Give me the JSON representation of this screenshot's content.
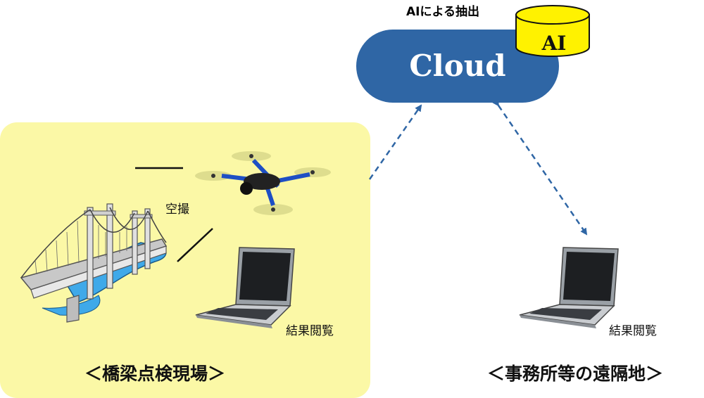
{
  "cloud": {
    "label": "Cloud"
  },
  "ai": {
    "caption": "AIによる抽出",
    "db_label": "AI"
  },
  "site": {
    "aerial_label": "空撮",
    "result_label": "結果閲覧",
    "title": "＜橋梁点検現場＞"
  },
  "remote": {
    "result_label": "結果閲覧",
    "title": "＜事務所等の遠隔地＞"
  },
  "colors": {
    "site_bg": "#fbf8a6",
    "cloud": "#2f66a5",
    "db": "#fff200",
    "arrow": "#2f66a5"
  },
  "icons": [
    "bridge-icon",
    "drone-icon",
    "laptop-icon",
    "database-icon"
  ]
}
